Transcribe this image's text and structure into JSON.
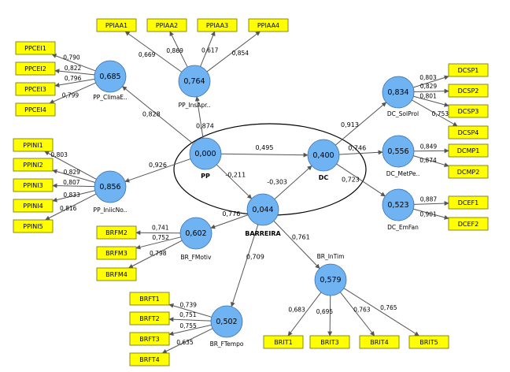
{
  "latent_variables": [
    {
      "id": "pp",
      "name": "PP",
      "r2": "0,000",
      "bold": true
    },
    {
      "id": "dc",
      "name": "DC",
      "r2": "0,400",
      "bold": true
    },
    {
      "id": "bar",
      "name": "BARREIRA",
      "r2": "0,044",
      "bold": true
    },
    {
      "id": "clim",
      "name": "PP_ClimaE..",
      "r2": "0,685",
      "bold": false
    },
    {
      "id": "inap",
      "name": "PP_InsApr..",
      "r2": "0,764",
      "bold": false
    },
    {
      "id": "inic",
      "name": "PP_IniicNo..",
      "r2": "0,856",
      "bold": false
    },
    {
      "id": "solp",
      "name": "DC_SolProl",
      "r2": "0,834",
      "bold": false
    },
    {
      "id": "metp",
      "name": "DC_MetPe..",
      "r2": "0,556",
      "bold": false
    },
    {
      "id": "emfa",
      "name": "DC_EmFan",
      "r2": "0,523",
      "bold": false
    },
    {
      "id": "fmot",
      "name": "BR_FMotiv",
      "r2": "0,602",
      "bold": false
    },
    {
      "id": "ftem",
      "name": "BR_FTempo",
      "r2": "0,502",
      "bold": false
    },
    {
      "id": "intm",
      "name": "BR_InTim",
      "r2": "0,579",
      "bold": false
    }
  ],
  "indicators": [
    {
      "id": "PPIAA1",
      "label": "PPIAA1",
      "of": "inap",
      "loading": "0,669"
    },
    {
      "id": "PPIAA2",
      "label": "PPIAA2",
      "of": "inap",
      "loading": "0,869"
    },
    {
      "id": "PPIAA3",
      "label": "PPIAA3",
      "of": "inap",
      "loading": "0,617"
    },
    {
      "id": "PPIAA4",
      "label": "PPIAA4",
      "of": "inap",
      "loading": "0,854"
    },
    {
      "id": "PPCEI1",
      "label": "PPCEI1",
      "of": "clim",
      "loading": "0,790"
    },
    {
      "id": "PPCEI2",
      "label": "PPCEI2",
      "of": "clim",
      "loading": "0,822"
    },
    {
      "id": "PPCEI3",
      "label": "PPCEI3",
      "of": "clim",
      "loading": "0,796"
    },
    {
      "id": "PPCEI4",
      "label": "PPCEI4",
      "of": "clim",
      "loading": "0,799"
    },
    {
      "id": "PPINI1",
      "label": "PPINI1",
      "of": "inic",
      "loading": "0,803"
    },
    {
      "id": "PPINI2",
      "label": "PPINI2",
      "of": "inic",
      "loading": "0,829"
    },
    {
      "id": "PPINI3",
      "label": "PPINI3",
      "of": "inic",
      "loading": "0,807"
    },
    {
      "id": "PPINI4",
      "label": "PPINI4",
      "of": "inic",
      "loading": "0,833"
    },
    {
      "id": "PPINI5",
      "label": "PPINI5",
      "of": "inic",
      "loading": "0,816"
    },
    {
      "id": "DCSP1",
      "label": "DCSP1",
      "of": "solp",
      "loading": "0,803"
    },
    {
      "id": "DCSP2",
      "label": "DCSP2",
      "of": "solp",
      "loading": "0,829"
    },
    {
      "id": "DCSP3",
      "label": "DCSP3",
      "of": "solp",
      "loading": "0,801"
    },
    {
      "id": "DCSP4",
      "label": "DCSP4",
      "of": "solp",
      "loading": "0,753"
    },
    {
      "id": "DCMP1",
      "label": "DCMP1",
      "of": "metp",
      "loading": "0,849"
    },
    {
      "id": "DCMP2",
      "label": "DCMP2",
      "of": "metp",
      "loading": "0,874"
    },
    {
      "id": "DCEF1",
      "label": "DCEF1",
      "of": "emfa",
      "loading": "0,887"
    },
    {
      "id": "DCEF2",
      "label": "DCEF2",
      "of": "emfa",
      "loading": "0,901"
    },
    {
      "id": "BRFM2",
      "label": "BRFM2",
      "of": "fmot",
      "loading": "0,741"
    },
    {
      "id": "BRFM3",
      "label": "BRFM3",
      "of": "fmot",
      "loading": "0,752"
    },
    {
      "id": "BRFM4",
      "label": "BRFM4",
      "of": "fmot",
      "loading": "0,798"
    },
    {
      "id": "BRFT1",
      "label": "BRFT1",
      "of": "ftem",
      "loading": "0,739"
    },
    {
      "id": "BRFT2",
      "label": "BRFT2",
      "of": "ftem",
      "loading": "0,751"
    },
    {
      "id": "BRFT3",
      "label": "BRFT3",
      "of": "ftem",
      "loading": "0,755"
    },
    {
      "id": "BRFT4",
      "label": "BRFT4",
      "of": "ftem",
      "loading": "0,635"
    },
    {
      "id": "BRIT1",
      "label": "BRIT1",
      "of": "intm",
      "loading": "0,683"
    },
    {
      "id": "BRIT3",
      "label": "BRIT3",
      "of": "intm",
      "loading": "0,695"
    },
    {
      "id": "BRIT4",
      "label": "BRIT4",
      "of": "intm",
      "loading": "0,763"
    },
    {
      "id": "BRIT5",
      "label": "BRIT5",
      "of": "intm",
      "loading": "0,765"
    }
  ],
  "paths": [
    {
      "from": "pp",
      "to": "dc",
      "coef": "0,495"
    },
    {
      "from": "pp",
      "to": "bar",
      "coef": "-0,211"
    },
    {
      "from": "bar",
      "to": "dc",
      "coef": "-0,303"
    },
    {
      "from": "pp",
      "to": "clim",
      "coef": "0,828"
    },
    {
      "from": "pp",
      "to": "inap",
      "coef": "0,874"
    },
    {
      "from": "pp",
      "to": "inic",
      "coef": "0,926"
    },
    {
      "from": "dc",
      "to": "solp",
      "coef": "0,913"
    },
    {
      "from": "dc",
      "to": "metp",
      "coef": "0,746"
    },
    {
      "from": "dc",
      "to": "emfa",
      "coef": "0,723"
    },
    {
      "from": "bar",
      "to": "fmot",
      "coef": "0,776"
    },
    {
      "from": "bar",
      "to": "ftem",
      "coef": "0,709"
    },
    {
      "from": "bar",
      "to": "intm",
      "coef": "0,761"
    }
  ],
  "colors": {
    "latent_fill": "#6fb3f2",
    "latent_stroke": "#3a6fb0",
    "indicator_fill": "#ffff00",
    "indicator_stroke": "#6d6d00",
    "arrow": "#555555",
    "ellipse": "#000000"
  }
}
